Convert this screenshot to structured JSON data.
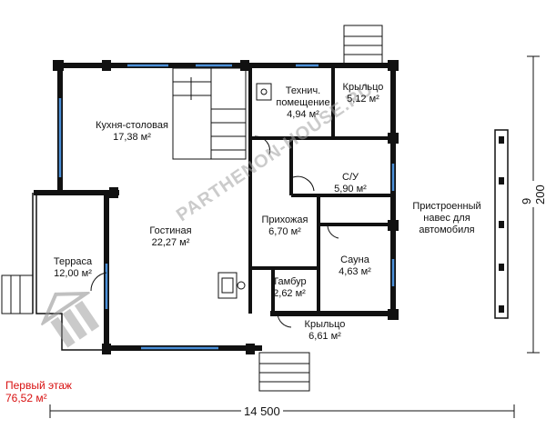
{
  "floor": {
    "title_line1": "Первый этаж",
    "title_line2": "76,52 м²"
  },
  "rooms": [
    {
      "name": "Кухня-столовая",
      "area": "17,38 м²"
    },
    {
      "name": "Технич. помещение",
      "area": "4,94 м²"
    },
    {
      "name": "Крыльцо",
      "area": "5,12 м²"
    },
    {
      "name": "С/У",
      "area": "5,90 м²"
    },
    {
      "name": "Гостиная",
      "area": "22,27 м²"
    },
    {
      "name": "Прихожая",
      "area": "6,70 м²"
    },
    {
      "name": "Терраса",
      "area": "12,00 м²"
    },
    {
      "name": "Сауна",
      "area": "4,63 м²"
    },
    {
      "name": "Тамбур",
      "area": "2,62 м²"
    },
    {
      "name": "Крыльцо",
      "area": "6,61 м²"
    }
  ],
  "carport_note": "Пристроенный навес для автомобиля",
  "dimensions": {
    "width": "14 500",
    "height": "9 200"
  },
  "watermark": "PARTHENON-HOUSE.RU",
  "colors": {
    "wall": "#111111",
    "window": "#4a8fd8",
    "title": "#d81010",
    "watermark": "#a0a0a0"
  }
}
